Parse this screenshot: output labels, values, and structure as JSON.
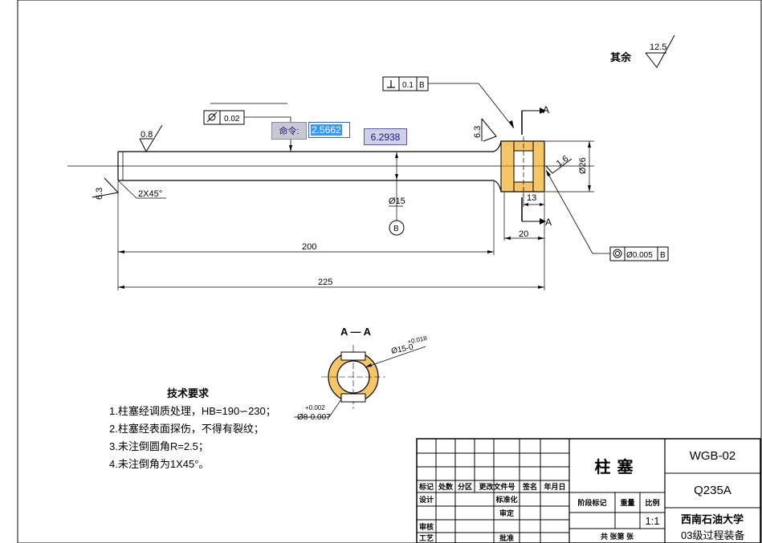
{
  "drawing": {
    "part_name": "柱塞",
    "drawing_no": "WGB-02",
    "material": "Q235A",
    "scale": "1:1",
    "school": "西南石油大学",
    "class_name": "03级过程装备",
    "sheet_label": "共 张第 张"
  },
  "roughness": {
    "other": "其余",
    "other_value": "12.5",
    "shaft_top": "0.8",
    "left_end": "6.3",
    "head_left": "6.3",
    "head_right": "1.6"
  },
  "tolerances": {
    "perpendicularity_value": "0.1",
    "perpendicularity_datum": "B",
    "cylindricity_value": "0.02",
    "concentricity_value": "Ø0.005",
    "concentricity_datum": "B"
  },
  "dimensions": {
    "chamfer": "2X45°",
    "dia_shaft": "Ø15",
    "datum_b": "B",
    "len_200": "200",
    "len_225": "225",
    "len_20": "20",
    "len_13": "13",
    "dia_26": "Ø26",
    "section_label": "A — A",
    "section_a_top": "A",
    "section_a_bottom": "A",
    "hole_outer": "Ø15-0",
    "hole_outer_tol": "+0.018",
    "hole_inner": "Ø8-0.007",
    "hole_inner_tol": "+0.002"
  },
  "cad_ui": {
    "command_label": "命令:",
    "command_value": "2.5662",
    "coordinate_value": "6.2938"
  },
  "tech_requirements": {
    "title": "技术要求",
    "items": [
      "1.柱塞经调质处理，HB=190∽230；",
      "2.柱塞经表面探伤，不得有裂纹；",
      "3.未注倒圆角R=2.5；",
      "4.未注倒角为1X45°。"
    ]
  },
  "title_block": {
    "mark": "标记",
    "count": "处数",
    "zone": "分区",
    "change_doc": "更改文件号",
    "signature": "签名",
    "date": "年月日",
    "design": "设计",
    "standardize": "标准化",
    "review": "审核",
    "approve_top": "审定",
    "process": "工艺",
    "approve": "批准",
    "stage_mark": "阶段标记",
    "weight": "重量",
    "ratio": "比例"
  }
}
